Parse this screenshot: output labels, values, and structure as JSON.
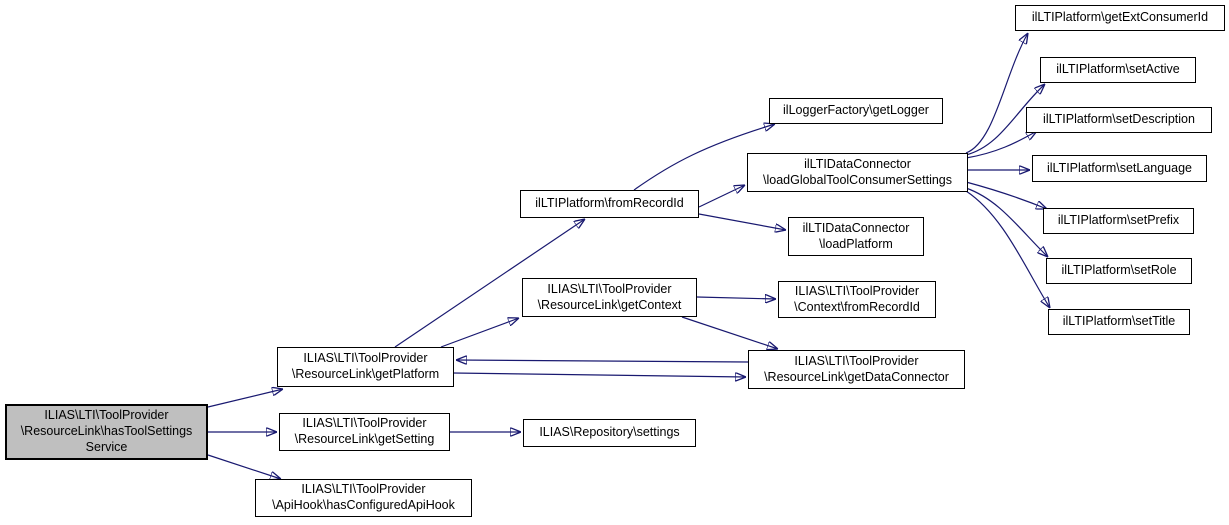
{
  "diagram": {
    "kind": "call-graph",
    "root_function": "ILIAS\\LTI\\ToolProvider\\ResourceLink\\hasToolSettingsService"
  },
  "colors": {
    "background": "#ffffff",
    "edge": "#191970",
    "node_border": "#000000",
    "node_fill": "#ffffff",
    "root_node_fill": "#bfbfbf",
    "text": "#000000"
  },
  "nodes": {
    "has_tool_settings_service": {
      "label": "ILIAS\\LTI\\ToolProvider\n\\ResourceLink\\hasToolSettings\nService"
    },
    "get_platform": {
      "label": "ILIAS\\LTI\\ToolProvider\n\\ResourceLink\\getPlatform"
    },
    "get_setting": {
      "label": "ILIAS\\LTI\\ToolProvider\n\\ResourceLink\\getSetting"
    },
    "has_configured_api_hook": {
      "label": "ILIAS\\LTI\\ToolProvider\n\\ApiHook\\hasConfiguredApiHook"
    },
    "repository_settings": {
      "label": "ILIAS\\Repository\\settings"
    },
    "platform_from_record_id": {
      "label": "ilLTIPlatform\\fromRecordId"
    },
    "get_context": {
      "label": "ILIAS\\LTI\\ToolProvider\n\\ResourceLink\\getContext"
    },
    "logger_get_logger": {
      "label": "ilLoggerFactory\\getLogger"
    },
    "load_global_tool_consumer_settings": {
      "label": "ilLTIDataConnector\n\\loadGlobalToolConsumerSettings"
    },
    "load_platform": {
      "label": "ilLTIDataConnector\n\\loadPlatform"
    },
    "context_from_record_id": {
      "label": "ILIAS\\LTI\\ToolProvider\n\\Context\\fromRecordId"
    },
    "get_data_connector": {
      "label": "ILIAS\\LTI\\ToolProvider\n\\ResourceLink\\getDataConnector"
    },
    "get_ext_consumer_id": {
      "label": "ilLTIPlatform\\getExtConsumerId"
    },
    "set_active": {
      "label": "ilLTIPlatform\\setActive"
    },
    "set_description": {
      "label": "ilLTIPlatform\\setDescription"
    },
    "set_language": {
      "label": "ilLTIPlatform\\setLanguage"
    },
    "set_prefix": {
      "label": "ilLTIPlatform\\setPrefix"
    },
    "set_role": {
      "label": "ilLTIPlatform\\setRole"
    },
    "set_title": {
      "label": "ilLTIPlatform\\setTitle"
    }
  },
  "edges": [
    {
      "from": "has_tool_settings_service",
      "to": "get_platform"
    },
    {
      "from": "has_tool_settings_service",
      "to": "get_setting"
    },
    {
      "from": "has_tool_settings_service",
      "to": "has_configured_api_hook"
    },
    {
      "from": "get_setting",
      "to": "repository_settings"
    },
    {
      "from": "get_platform",
      "to": "platform_from_record_id"
    },
    {
      "from": "get_platform",
      "to": "get_context"
    },
    {
      "from": "get_platform",
      "to": "get_data_connector"
    },
    {
      "from": "get_data_connector",
      "to": "get_platform"
    },
    {
      "from": "get_context",
      "to": "context_from_record_id"
    },
    {
      "from": "get_context",
      "to": "get_data_connector"
    },
    {
      "from": "platform_from_record_id",
      "to": "logger_get_logger"
    },
    {
      "from": "platform_from_record_id",
      "to": "load_global_tool_consumer_settings"
    },
    {
      "from": "platform_from_record_id",
      "to": "load_platform"
    },
    {
      "from": "load_global_tool_consumer_settings",
      "to": "get_ext_consumer_id"
    },
    {
      "from": "load_global_tool_consumer_settings",
      "to": "set_active"
    },
    {
      "from": "load_global_tool_consumer_settings",
      "to": "set_description"
    },
    {
      "from": "load_global_tool_consumer_settings",
      "to": "set_language"
    },
    {
      "from": "load_global_tool_consumer_settings",
      "to": "set_prefix"
    },
    {
      "from": "load_global_tool_consumer_settings",
      "to": "set_role"
    },
    {
      "from": "load_global_tool_consumer_settings",
      "to": "set_title"
    }
  ]
}
